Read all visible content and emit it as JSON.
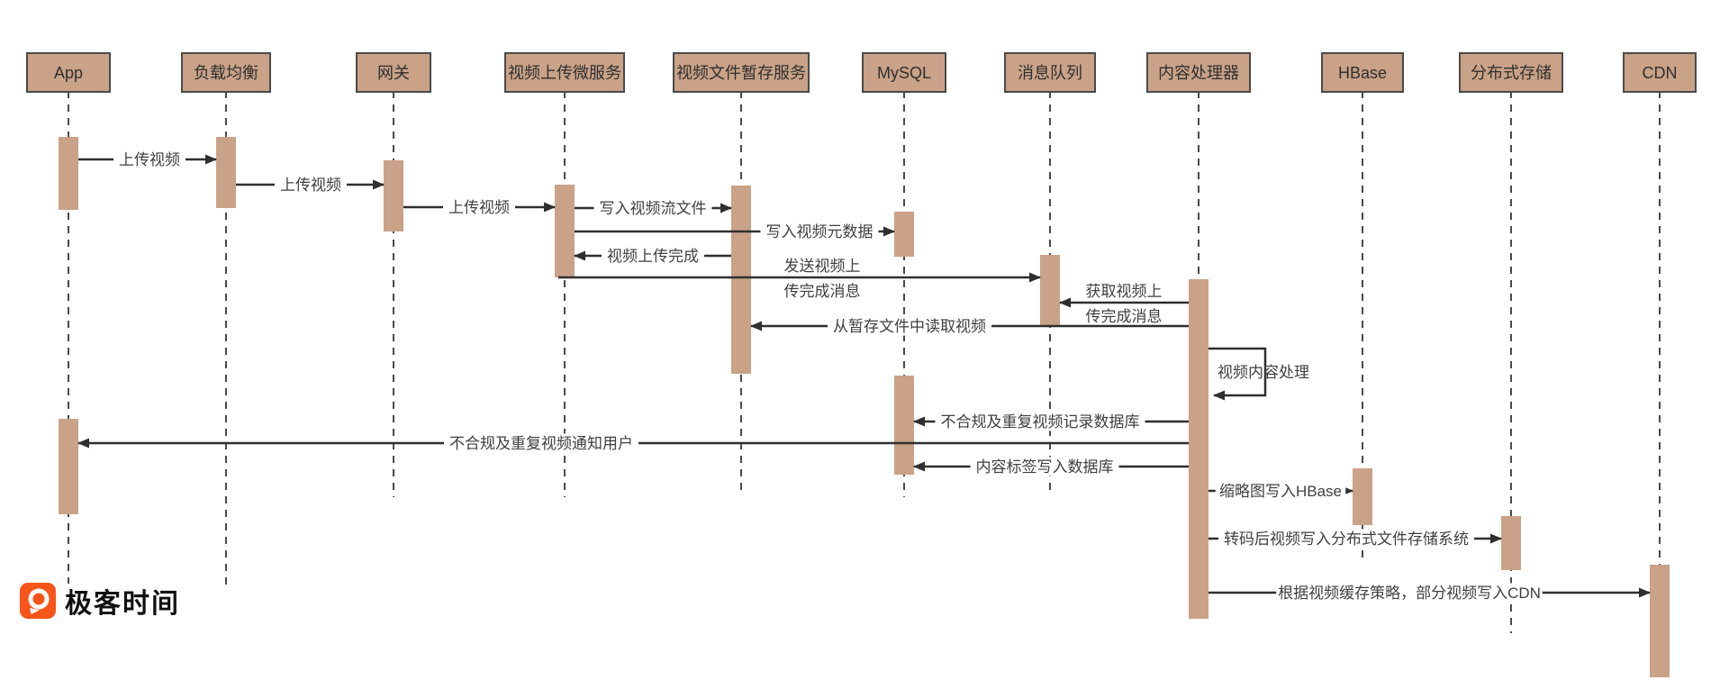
{
  "diagram": {
    "colors": {
      "actor_fill": "#C9A287",
      "actor_border": "#4a4a4a",
      "line": "#2f2f2f",
      "text": "#3f3f3f",
      "lifeline": "#4a4a4a",
      "background": "#ffffff"
    },
    "lifelines": [
      {
        "id": "app",
        "label": "App"
      },
      {
        "id": "lb",
        "label": "负载均衡"
      },
      {
        "id": "gateway",
        "label": "网关"
      },
      {
        "id": "upload_svc",
        "label": "视频上传微服务"
      },
      {
        "id": "temp_store",
        "label": "视频文件暂存服务"
      },
      {
        "id": "mysql",
        "label": "MySQL"
      },
      {
        "id": "mq",
        "label": "消息队列"
      },
      {
        "id": "processor",
        "label": "内容处理器"
      },
      {
        "id": "hbase",
        "label": "HBase"
      },
      {
        "id": "dfs",
        "label": "分布式存储"
      },
      {
        "id": "cdn",
        "label": "CDN"
      }
    ],
    "messages": [
      {
        "from": "app",
        "to": "lb",
        "label": "上传视频"
      },
      {
        "from": "lb",
        "to": "gateway",
        "label": "上传视频"
      },
      {
        "from": "gateway",
        "to": "upload_svc",
        "label": "上传视频"
      },
      {
        "from": "upload_svc",
        "to": "temp_store",
        "label": "写入视频流文件"
      },
      {
        "from": "upload_svc",
        "to": "mysql",
        "label": "写入视频元数据"
      },
      {
        "from": "temp_store",
        "to": "upload_svc",
        "label": "视频上传完成"
      },
      {
        "from": "upload_svc",
        "to": "mq",
        "label": "发送视频上传完成消息",
        "label_lines": [
          "发送视频上",
          "传完成消息"
        ]
      },
      {
        "from": "processor",
        "to": "mq",
        "label": "获取视频上传完成消息",
        "label_lines": [
          "获取视频上",
          "传完成消息"
        ]
      },
      {
        "from": "processor",
        "to": "temp_store",
        "label": "从暂存文件中读取视频"
      },
      {
        "from": "processor",
        "to": "processor",
        "label": "视频内容处理"
      },
      {
        "from": "processor",
        "to": "mysql",
        "label": "不合规及重复视频记录数据库"
      },
      {
        "from": "processor",
        "to": "app",
        "label": "不合规及重复视频通知用户"
      },
      {
        "from": "processor",
        "to": "mysql",
        "label": "内容标签写入数据库"
      },
      {
        "from": "processor",
        "to": "hbase",
        "label": "缩略图写入HBase"
      },
      {
        "from": "processor",
        "to": "dfs",
        "label": "转码后视频写入分布式文件存储系统"
      },
      {
        "from": "processor",
        "to": "cdn",
        "label": "根据视频缓存策略，部分视频写入CDN"
      }
    ]
  },
  "footer": {
    "logo_text": "极客时间",
    "logo_color": "#F8551B"
  }
}
